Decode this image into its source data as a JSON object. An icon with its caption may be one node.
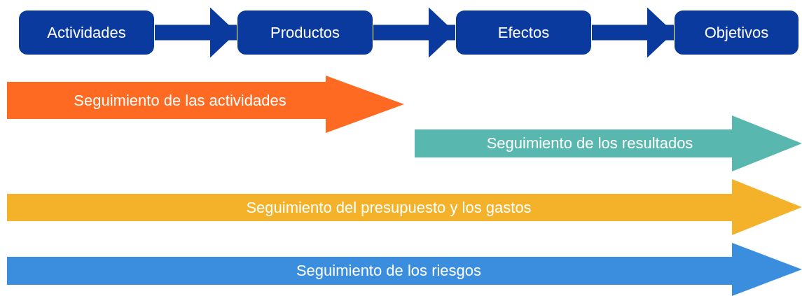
{
  "diagram": {
    "nodes": [
      {
        "text": [
          "Actividades"
        ]
      },
      {
        "text": [
          "Productos"
        ]
      },
      {
        "text": [
          "Efectos"
        ]
      },
      {
        "text": [
          "Objetivos"
        ]
      },
      {
        "text": [
          "Seguimiento de las actividades"
        ]
      },
      {
        "text": [
          "Seguimiento de los resultados"
        ]
      },
      {
        "text": [
          "Seguimiento del presupuesto y los gastos"
        ]
      },
      {
        "text": [
          "Seguimiento de los riesgos"
        ]
      }
    ],
    "edges": [
      {
        "from": 0,
        "to": 1,
        "arrow": "to"
      },
      {
        "from": 1,
        "to": 2,
        "arrow": "to"
      },
      {
        "from": 2,
        "to": 3,
        "arrow": "to"
      }
    ]
  }
}
